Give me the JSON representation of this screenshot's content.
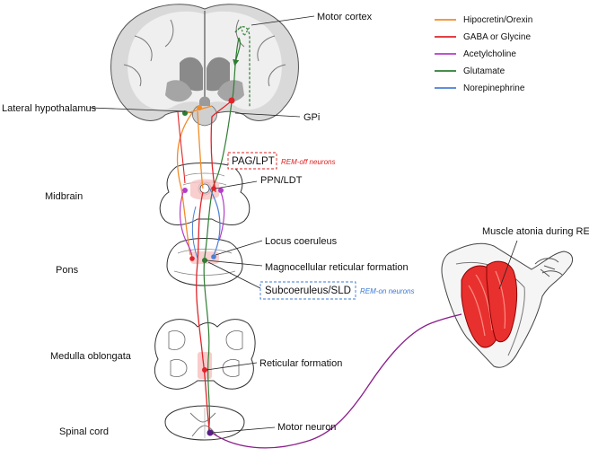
{
  "colors": {
    "orexin": "#f28c28",
    "gaba": "#e0242a",
    "acetylcholine": "#b43cc8",
    "glutamate": "#2e7d32",
    "norepinephrine": "#4a7fd6",
    "remoff": "#d22",
    "remon": "#3a7bd5"
  },
  "legend": [
    {
      "key": "orexin",
      "label": "Hipocretin/Orexin"
    },
    {
      "key": "gaba",
      "label": "GABA or Glycine"
    },
    {
      "key": "acetylcholine",
      "label": "Acetylcholine"
    },
    {
      "key": "glutamate",
      "label": "Glutamate"
    },
    {
      "key": "norepinephrine",
      "label": "Norepinephrine"
    }
  ],
  "labels": {
    "motor_cortex": "Motor cortex",
    "lateral_hypothalamus": "Lateral hypothalamus",
    "gpi": "GPi",
    "pag_lpt": "PAG/LPT",
    "rem_off": "REM-off neurons",
    "ppn_ldt": "PPN/LDT",
    "midbrain": "Midbrain",
    "locus_coeruleus": "Locus coeruleus",
    "pons": "Pons",
    "magnocellular": "Magnocellular reticular formation",
    "subcoeruleus": "Subcoeruleus/SLD",
    "rem_on": "REM-on neurons",
    "medulla": "Medulla oblongata",
    "reticular": "Reticular formation",
    "spinal_cord": "Spinal cord",
    "motor_neuron": "Motor neuron",
    "muscle_atonia": "Muscle atonia during REM"
  }
}
